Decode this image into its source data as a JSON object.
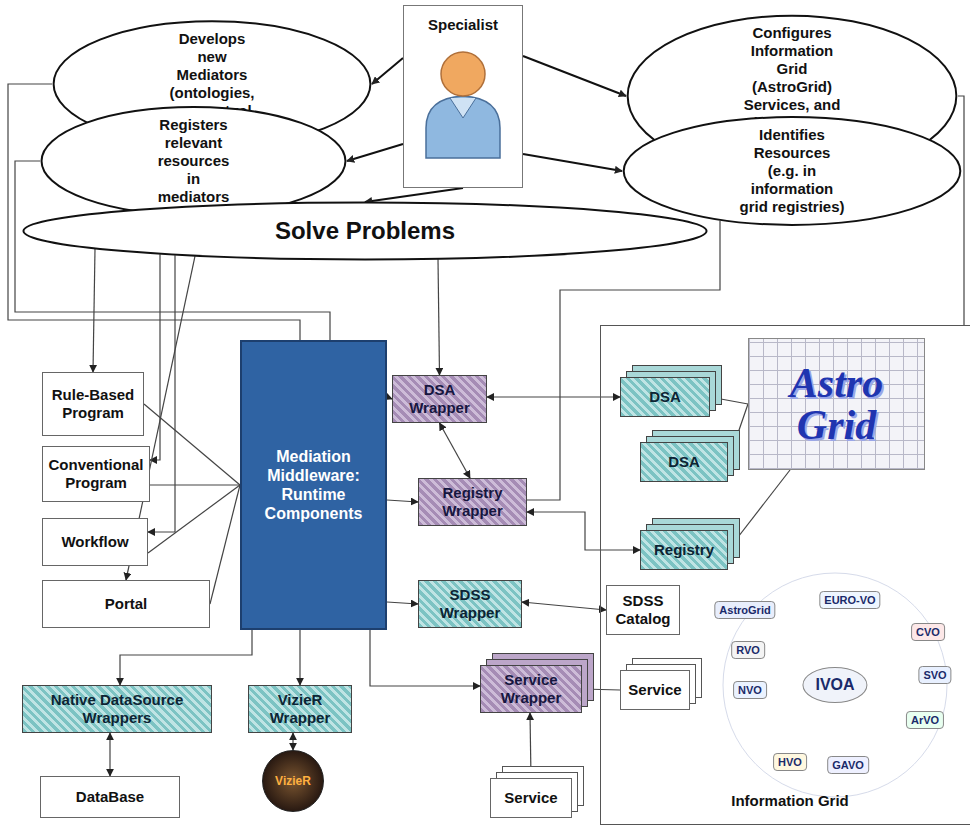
{
  "diagram": {
    "nodes": [
      {
        "text": [
          "Develops new Mediators (ontologies, conceptual schemas)"
        ]
      },
      {
        "text": [
          "Specialist"
        ]
      },
      {
        "text": [
          "Configures Information Grid (AstroGrid) Services, and install new resources (DSA, CEA)"
        ]
      },
      {
        "text": [
          "Registers relevant resources in mediators"
        ]
      },
      {
        "text": [
          "Identifies Resources (e.g. in information grid registries)"
        ]
      },
      {
        "text": [
          "Solve Problems"
        ]
      },
      {
        "text": [
          "Information Grid"
        ]
      },
      {
        "text": [
          "Rule-Based Program"
        ]
      },
      {
        "text": [
          "Conventional Program"
        ]
      },
      {
        "text": [
          "Workflow"
        ]
      },
      {
        "text": [
          "Portal"
        ]
      },
      {
        "text": [
          "Mediation Middleware: Runtime Components"
        ]
      },
      {
        "text": [
          "DSA Wrapper"
        ]
      },
      {
        "text": [
          "Registry Wrapper"
        ]
      },
      {
        "text": [
          "SDSS Wrapper"
        ]
      },
      {
        "text": [
          "Service Wrapper"
        ]
      },
      {
        "text": [
          "DSA"
        ],
        "in": 6
      },
      {
        "text": [
          "DSA"
        ],
        "in": 6
      },
      {
        "text": [
          "Registry"
        ],
        "in": 6
      },
      {
        "text": [
          "Astro Grid"
        ],
        "in": 6
      },
      {
        "text": [
          "SDSS Catalog"
        ],
        "in": 6
      },
      {
        "text": [
          "Service"
        ],
        "in": 6
      },
      {
        "text": [
          "Native DataSource Wrappers"
        ]
      },
      {
        "text": [
          "VizieR Wrapper"
        ]
      },
      {
        "text": [
          "DataBase"
        ]
      },
      {
        "text": [
          "VizieR"
        ]
      },
      {
        "text": [
          "Service"
        ]
      }
    ],
    "edges": [
      {
        "from": 1,
        "to": 0,
        "arrow": "to"
      },
      {
        "from": 1,
        "to": 2,
        "arrow": "to"
      },
      {
        "from": 1,
        "to": 3,
        "arrow": "to"
      },
      {
        "from": 1,
        "to": 4,
        "arrow": "to"
      },
      {
        "from": 1,
        "to": 5,
        "arrow": "to"
      },
      {
        "from": 5,
        "to": 7,
        "arrow": "to"
      },
      {
        "from": 5,
        "to": 8,
        "arrow": "to"
      },
      {
        "from": 5,
        "to": 9,
        "arrow": "to"
      },
      {
        "from": 5,
        "to": 10,
        "arrow": "to"
      },
      {
        "from": 5,
        "to": 12,
        "arrow": "to"
      },
      {
        "from": 0,
        "to": 11,
        "arrow": "none"
      },
      {
        "from": 3,
        "to": 11,
        "arrow": "none"
      },
      {
        "from": 2,
        "to": 6,
        "arrow": "none"
      },
      {
        "from": 4,
        "to": 13,
        "arrow": "none"
      },
      {
        "from": 7,
        "to": 11,
        "arrow": "none"
      },
      {
        "from": 8,
        "to": 11,
        "arrow": "none"
      },
      {
        "from": 9,
        "to": 11,
        "arrow": "none"
      },
      {
        "from": 10,
        "to": 11,
        "arrow": "none"
      },
      {
        "from": 11,
        "to": 12,
        "arrow": "to"
      },
      {
        "from": 11,
        "to": 13,
        "arrow": "to"
      },
      {
        "from": 11,
        "to": 14,
        "arrow": "to"
      },
      {
        "from": 11,
        "to": 15,
        "arrow": "to"
      },
      {
        "from": 11,
        "to": 22,
        "arrow": "to"
      },
      {
        "from": 11,
        "to": 23,
        "arrow": "to"
      },
      {
        "from": 12,
        "to": 16,
        "arrow": "both"
      },
      {
        "from": 13,
        "to": 12,
        "arrow": "both"
      },
      {
        "from": 13,
        "to": 18,
        "arrow": "both"
      },
      {
        "from": 14,
        "to": 20,
        "arrow": "both"
      },
      {
        "from": 21,
        "to": 15,
        "arrow": "to"
      },
      {
        "from": 15,
        "to": 26,
        "arrow": "both"
      },
      {
        "from": 22,
        "to": 24,
        "arrow": "both"
      },
      {
        "from": 23,
        "to": 25,
        "arrow": "both"
      },
      {
        "from": 16,
        "to": 19,
        "arrow": "none"
      },
      {
        "from": 17,
        "to": 19,
        "arrow": "none"
      },
      {
        "from": 18,
        "to": 19,
        "arrow": "none"
      }
    ],
    "labels": [
      "AstroGrid",
      "EURO-VO",
      "CVO",
      "SVO",
      "ArVO",
      "GAVO",
      "HVO",
      "NVO",
      "RVO",
      "IVOA"
    ]
  }
}
